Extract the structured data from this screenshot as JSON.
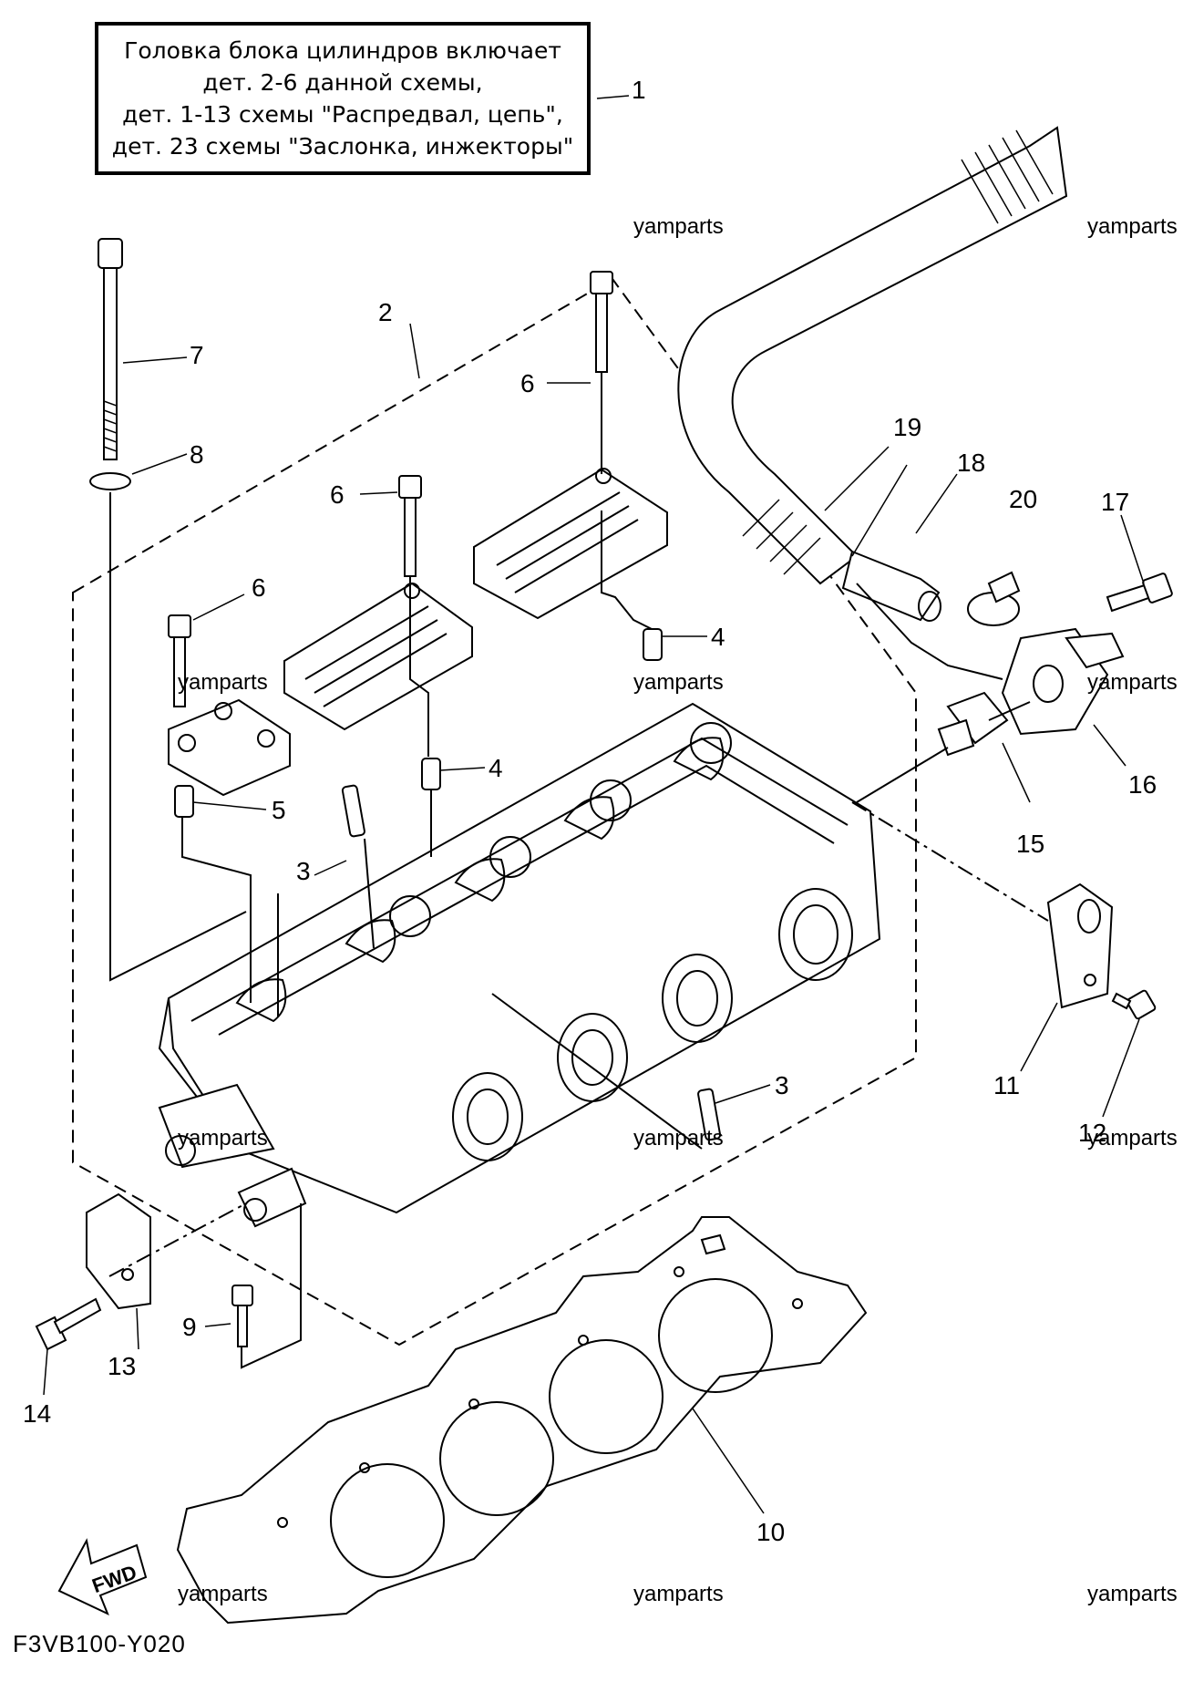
{
  "note": {
    "lines": [
      "Головка блока цилиндров включает",
      "дет. 2-6 данной схемы,",
      "дет. 1-13 схемы \"Распредвал, цепь\",",
      "дет. 23 схемы \"Заслонка, инжекторы\""
    ]
  },
  "callouts": [
    "1",
    "2",
    "3",
    "3",
    "4",
    "4",
    "5",
    "6",
    "6",
    "6",
    "7",
    "8",
    "9",
    "10",
    "11",
    "12",
    "13",
    "14",
    "15",
    "16",
    "17",
    "18",
    "19",
    "20"
  ],
  "watermark": "yamparts",
  "fwd_label": "FWD",
  "diagram_code": "F3VB100-Y020"
}
